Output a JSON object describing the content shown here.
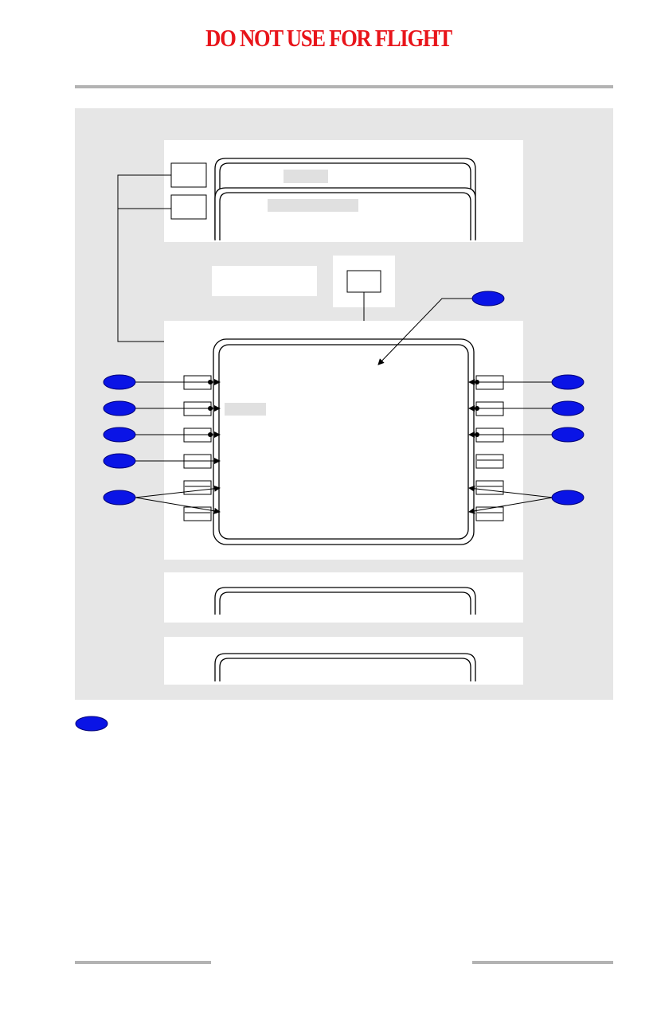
{
  "header": {
    "banner_text": "DO NOT USE FOR FLIGHT",
    "banner_color": "#e8141a"
  },
  "colors": {
    "figure_background": "#e6e6e6",
    "panel": "#ffffff",
    "callout_fill": "#0a14e6",
    "callout_stroke": "#00007a",
    "label_placeholder": "#e0e0e0",
    "rule": "#b3b3b3"
  },
  "figure": {
    "callouts_left_count": 5,
    "callouts_right_count": 4,
    "top_callout_count": 1,
    "legend_callout_count": 1
  }
}
